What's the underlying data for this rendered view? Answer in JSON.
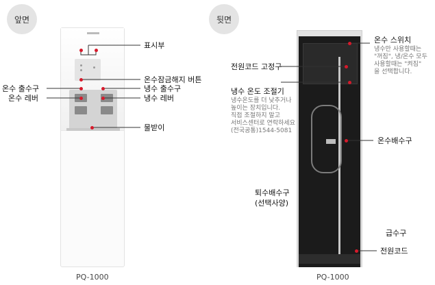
{
  "front": {
    "badge": "앞면",
    "model": "PQ-1000",
    "labels": {
      "display": "표시부",
      "hot_lock_button": "온수잠금해지 버튼",
      "hot_outlet": "온수 출수구",
      "hot_lever": "온수 레버",
      "cold_outlet": "냉수 출수구",
      "cold_lever": "냉수 레버",
      "drip_tray": "물받이"
    }
  },
  "back": {
    "badge": "뒷면",
    "model": "PQ-1000",
    "labels": {
      "hot_switch": "온수 스위치",
      "hot_switch_desc": [
        "냉수만 사용할때는",
        "\"꺼짐\", 냉/온수 모두",
        "사용할때는 \"켜짐\"",
        "을 선택합니다."
      ],
      "cord_fixer": "전원코드 고정구",
      "cold_temp": "냉수 온도 조절기",
      "cold_temp_desc": [
        "냉수온도를 더 낮추거나",
        "높이는 장치입니다.",
        "직접 조절하지 말고",
        "서비스센터로 연락하세요",
        "(전국공통)1544-5081"
      ],
      "hot_drain": "온수배수구",
      "drain": "퇴수배수구",
      "drain_option": "(선택사양)",
      "water_inlet": "급수구",
      "power_cord": "전원코드"
    }
  },
  "colors": {
    "pointer": "#d61a2b",
    "back_body": "#1b1b1b"
  }
}
